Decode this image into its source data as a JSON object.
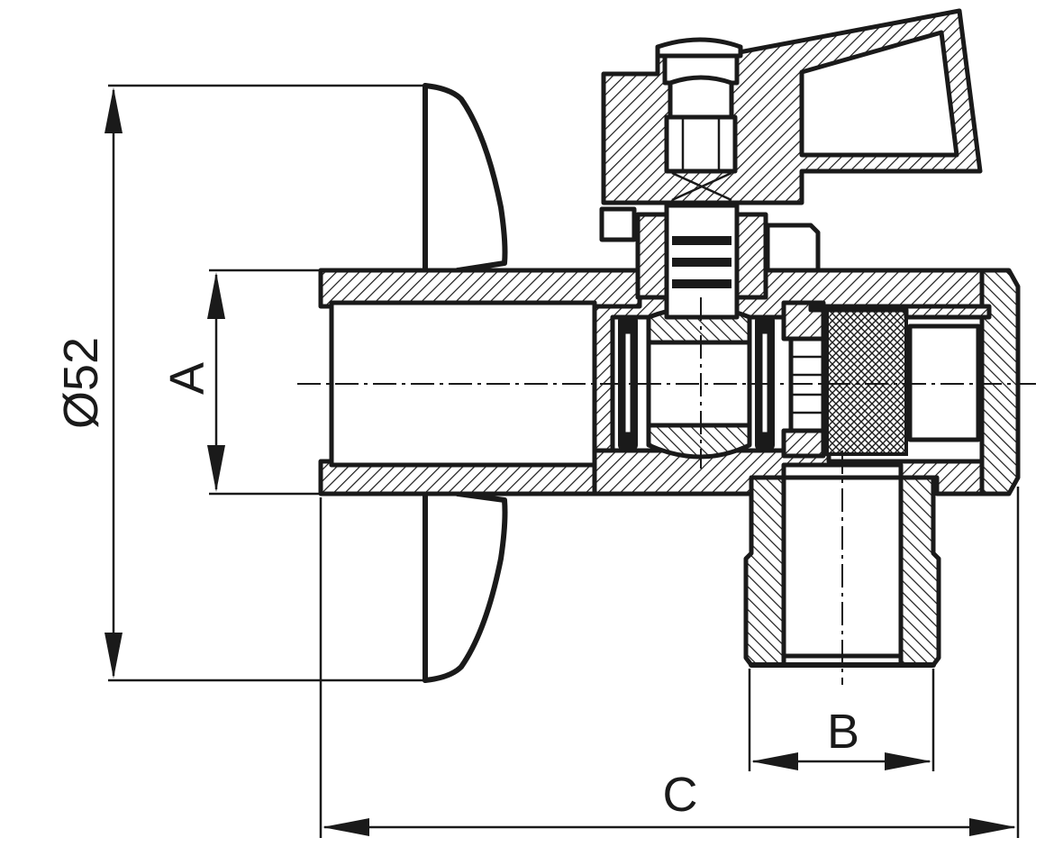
{
  "dimensions": {
    "diameter_label": "Ø52",
    "a_label": "A",
    "b_label": "B",
    "c_label": "C"
  },
  "colors": {
    "line": "#1a1a1a",
    "background": "#ffffff"
  }
}
